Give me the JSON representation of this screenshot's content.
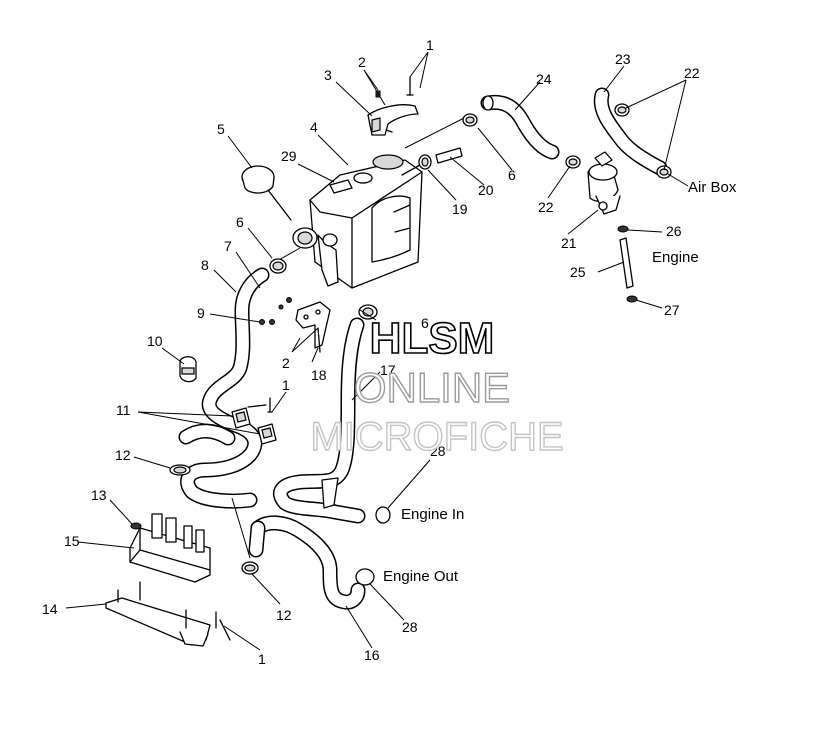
{
  "callouts": {
    "c1a": "1",
    "c2a": "2",
    "c3": "3",
    "c4": "4",
    "c5": "5",
    "c29": "29",
    "c6a": "6",
    "c7": "7",
    "c8": "8",
    "c9": "9",
    "c2b": "2",
    "c18": "18",
    "c10": "10",
    "c1b": "1",
    "c11": "11",
    "c12a": "12",
    "c13": "13",
    "c15": "15",
    "c14": "14",
    "c1c": "1",
    "c12b": "12",
    "c6b": "6",
    "c17": "17",
    "c28a": "28",
    "c28b": "28",
    "c16": "16",
    "c19": "19",
    "c20": "20",
    "c6c": "6",
    "c24": "24",
    "c23": "23",
    "c22a": "22",
    "c22b": "22",
    "c21": "21",
    "c26": "26",
    "c25": "25",
    "c27": "27"
  },
  "labels": {
    "air_box": "Air Box",
    "engine": "Engine",
    "engine_in": "Engine In",
    "engine_out": "Engine Out"
  },
  "watermark": {
    "line1": "HLSM",
    "line2": "ONLINE",
    "line3": "MICROFICHE"
  }
}
